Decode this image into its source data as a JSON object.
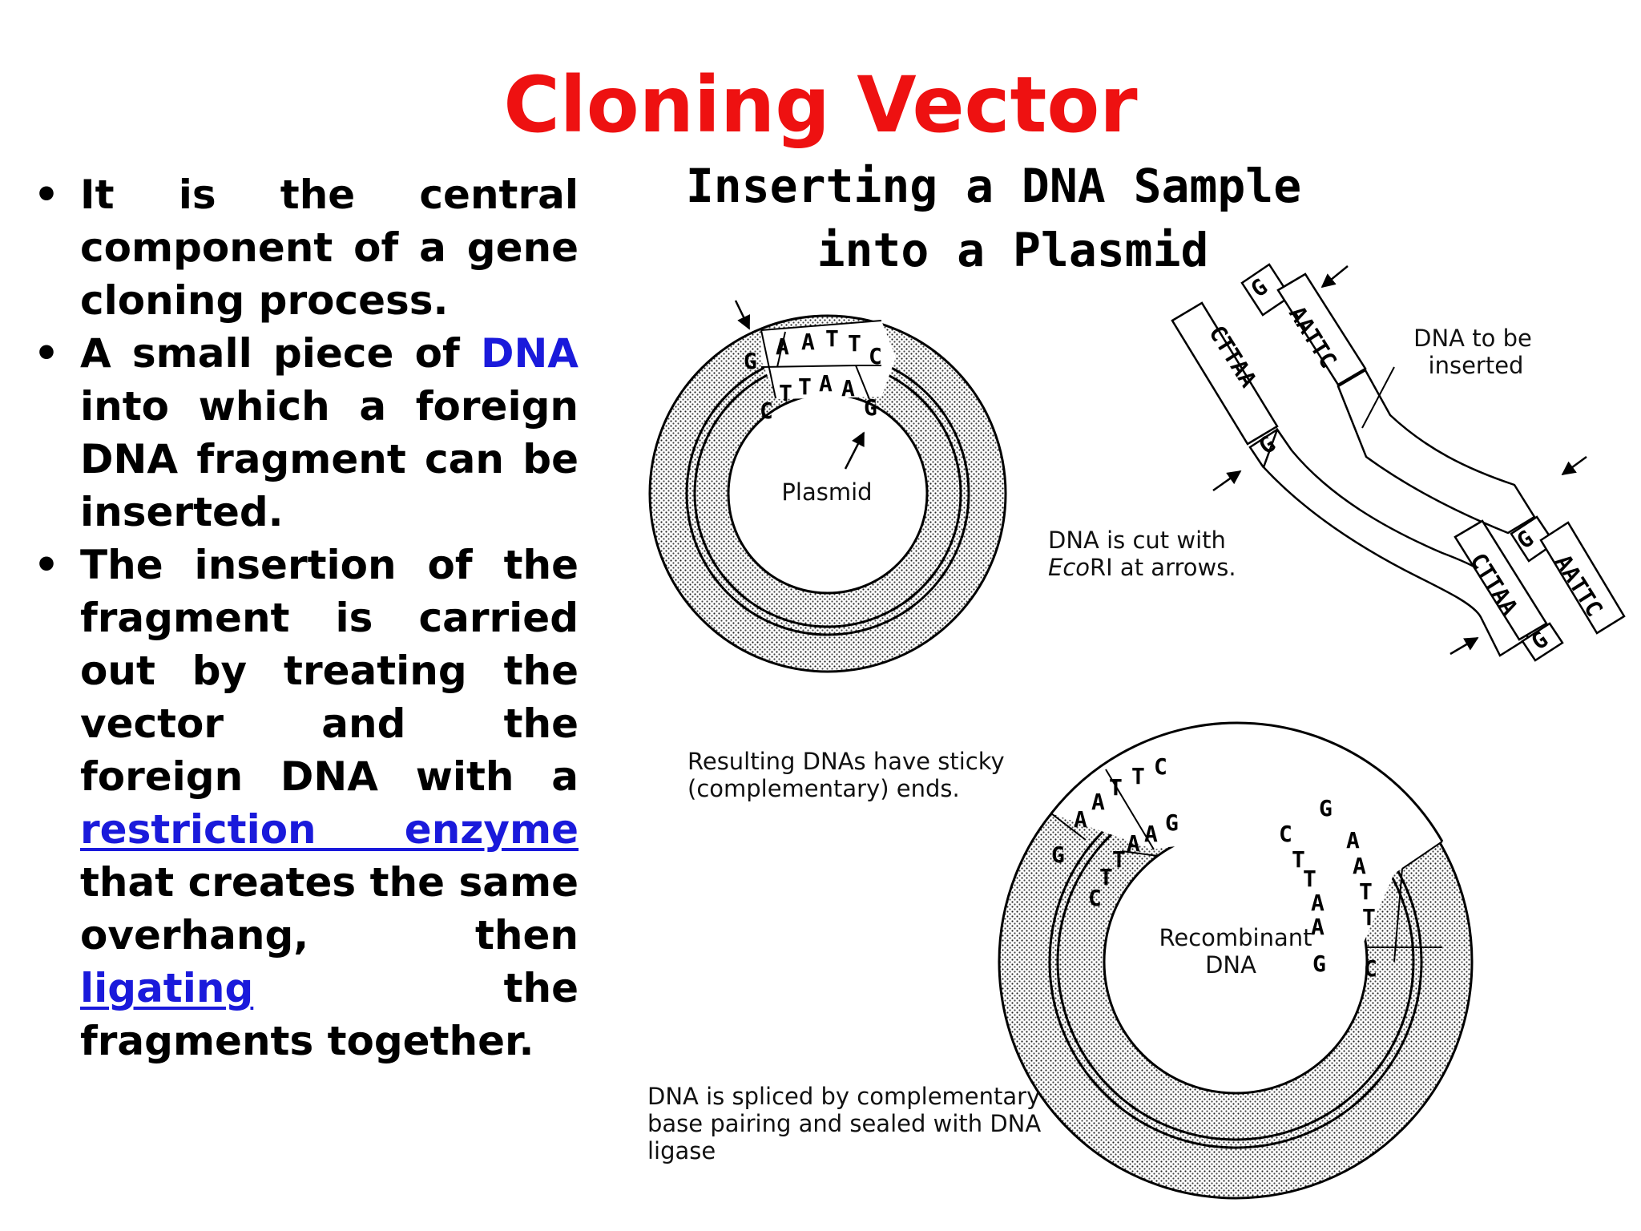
{
  "slide": {
    "title": "Cloning Vector",
    "bullets": {
      "b1": "It is the central component of a gene cloning process.",
      "b2_pre": "A small piece of ",
      "b2_link": "DNA",
      "b2_post": " into which a foreign DNA fragment can be inserted.",
      "b3_pre": "The insertion of the fragment is carried out by treating the vector and the foreign DNA with a ",
      "b3_link1": "restriction enzyme",
      "b3_mid": " that creates the same overhang, then ",
      "b3_link2": "ligating",
      "b3_post": " the fragments together."
    },
    "colors": {
      "title": "#ee1111",
      "link": "#1a1adb"
    }
  },
  "diagram": {
    "title_line1": "Inserting a DNA Sample",
    "title_line2": "into a Plasmid",
    "plasmid_label": "Plasmid",
    "dna_insert_line1": "DNA to be",
    "dna_insert_line2": "inserted",
    "cut_caption_line1": "DNA is cut with",
    "cut_caption_italic": "Eco",
    "cut_caption_line2_rest": "RI at arrows.",
    "sticky_line1": "Resulting DNAs have sticky",
    "sticky_line2": "(complementary) ends.",
    "recombinant_line1": "Recombinant",
    "recombinant_line2": "DNA",
    "spliced_line1": "DNA is spliced by complementary",
    "spliced_line2": "base pairing and sealed with DNA",
    "spliced_line3": "ligase",
    "bases": {
      "plasmid_top": [
        "G",
        "A",
        "A",
        "T",
        "T",
        "C"
      ],
      "plasmid_bottom": [
        "C",
        "T",
        "T",
        "A",
        "A",
        "G"
      ],
      "insert_top_g": "G",
      "insert_top_aattc": "AATTC",
      "insert_top_cttaa": "CTTAA",
      "insert_top_g2": "G",
      "insert_bot_g": "G",
      "insert_bot_aattc": "AATTC",
      "insert_bot_cttaa": "CTTAA",
      "insert_bot_g2": "G",
      "recomb_left_outer": [
        "G",
        "A",
        "A",
        "T",
        "T",
        "C"
      ],
      "recomb_left_inner": [
        "C",
        "T",
        "T",
        "A",
        "A",
        "G"
      ],
      "recomb_right_outer": [
        "G",
        "A",
        "A",
        "T",
        "T",
        "C"
      ],
      "recomb_right_inner": [
        "C",
        "T",
        "T",
        "A",
        "A",
        "G"
      ]
    }
  }
}
